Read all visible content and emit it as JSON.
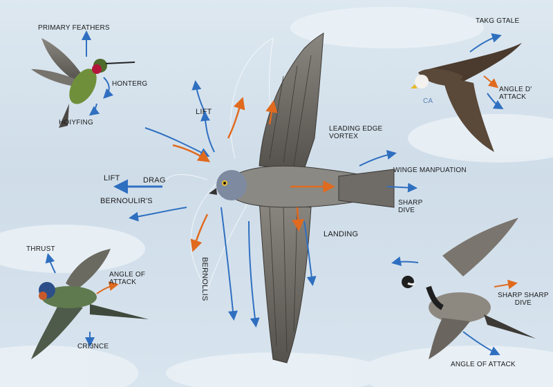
{
  "labels": {
    "primary_feathers": "PRIMARY FEATHERS",
    "hontgr": "HONTERG",
    "hoiyfing": "HOIYFING",
    "lift_top": "LIFT",
    "lift_left": "LIFT",
    "drag": "DRAG",
    "bernoulli": "BERNOULIR'S",
    "leading_edge": "LEADING EDGE\nVORTEX",
    "winge": "WINGE MANPUATION",
    "sharp_dive": "SHARP\nDIVE",
    "landing": "LANDING",
    "bernoulls_vertical": "BERNOLLIS",
    "takg_gtale": "TAKG GTALE",
    "angle_d_attack": "ANGLE D'\nATTACK",
    "ca": "CA",
    "thrust": "THRUST",
    "angle_of_attack_swallow": "ANGLE OF\nATTACK",
    "crisnce": "CRI3NCE",
    "sharp_sharp_dive": "SHARP SHARP\nDIVE",
    "angle_of_attack_goose": "ANGLE OF ATTACK"
  },
  "colors": {
    "sky": "#d6e2ec",
    "arrow_blue": "#2f6fc0",
    "arrow_orange": "#e06a1e",
    "feather_gray": "#6d6a66",
    "feather_dark": "#4b4844"
  }
}
